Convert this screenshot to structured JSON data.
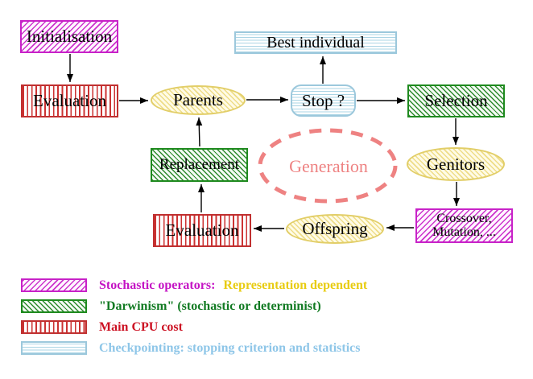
{
  "nodes": {
    "initialisation": {
      "label": "Initialisation"
    },
    "evaluation_top": {
      "label": "Evaluation"
    },
    "parents": {
      "label": "Parents"
    },
    "best_individual": {
      "label": "Best individual"
    },
    "stop": {
      "label": "Stop ?"
    },
    "selection": {
      "label": "Selection"
    },
    "genitors": {
      "label": "Genitors"
    },
    "crossover_mutation": {
      "line1": "Crossover,",
      "line2": "Mutation, ..."
    },
    "offspring": {
      "label": "Offspring"
    },
    "evaluation_bottom": {
      "label": "Evaluation"
    },
    "replacement": {
      "label": "Replacement"
    },
    "generation": {
      "label": "Generation"
    }
  },
  "legend": {
    "rows": [
      {
        "swatch": "magenta-diagonal-hatch",
        "label": "Stochastic operators:",
        "label2": "Representation dependent"
      },
      {
        "swatch": "green-diagonal-hatch",
        "label": "\"Darwinism\" (stochastic or determinist)"
      },
      {
        "swatch": "red-vertical-stripes",
        "label": "Main CPU cost"
      },
      {
        "swatch": "cyan-horizontal-stripes",
        "label": "Checkpointing: stopping criterion and statistics"
      }
    ]
  },
  "colors": {
    "magenta": "#c822c8",
    "green": "#1e8a1e",
    "red": "#cc3333",
    "cyan": "#9cc8dc",
    "yellow_border": "#e2ce68",
    "yellow_fill": "#fffbe6",
    "salmon": "#ee8282",
    "gold_text": "#e8cc11",
    "arrow": "#000000"
  }
}
